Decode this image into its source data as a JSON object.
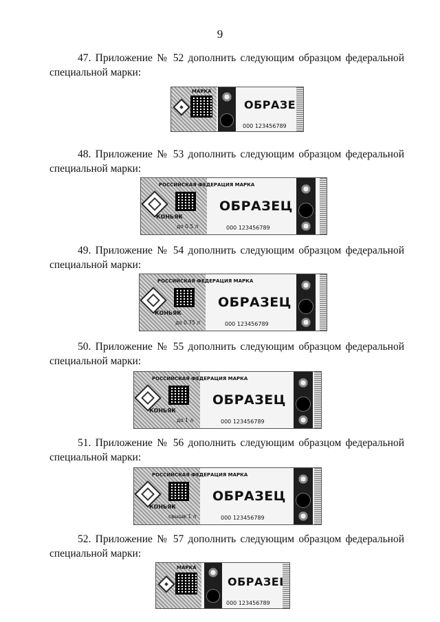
{
  "page_number": "9",
  "items": [
    {
      "line1": "47. Приложение № 52 дополнить следующим образцом федеральной",
      "line2": "специальной марки:",
      "stamp": {
        "main": "ОБРАЗЕЦ",
        "serial": "000 123456789",
        "top_label": "МАРКА",
        "product": "",
        "volume": ""
      }
    },
    {
      "line1": "48. Приложение № 53 дополнить следующим образцом федеральной",
      "line2": "специальной марки:",
      "stamp": {
        "main": "ОБРАЗЕЦ",
        "serial": "000 123456789",
        "top_label": "РОССИЙСКАЯ ФЕДЕРАЦИЯ МАРКА",
        "product": "КОНЬЯК",
        "volume": "до 0.5 л"
      }
    },
    {
      "line1": "49. Приложение № 54 дополнить следующим образцом федеральной",
      "line2": "специальной марки:",
      "stamp": {
        "main": "ОБРАЗЕЦ",
        "serial": "000 123456789",
        "top_label": "РОССИЙСКАЯ ФЕДЕРАЦИЯ МАРКА",
        "product": "КОНЬЯК",
        "volume": "до 0.75 л"
      }
    },
    {
      "line1": "50. Приложение № 55 дополнить следующим образцом федеральной",
      "line2": "специальной марки:",
      "stamp": {
        "main": "ОБРАЗЕЦ",
        "serial": "000 123456789",
        "top_label": "РОССИЙСКАЯ ФЕДЕРАЦИЯ МАРКА",
        "product": "КОНЬЯК",
        "volume": "до 1 л"
      }
    },
    {
      "line1": "51. Приложение № 56 дополнить следующим образцом федеральной",
      "line2": "специальной марки:",
      "stamp": {
        "main": "ОБРАЗЕЦ",
        "serial": "000 123456789",
        "top_label": "РОССИЙСКАЯ ФЕДЕРАЦИЯ МАРКА",
        "product": "КОНЬЯК",
        "volume": "свыше 1 л"
      }
    },
    {
      "line1": "52. Приложение № 57 дополнить следующим образцом федеральной",
      "line2": "специальной марки:",
      "stamp": {
        "main": "ОБРАЗЕЦ",
        "serial": "000 123456789",
        "top_label": "МАРКА",
        "product": "",
        "volume": ""
      }
    }
  ]
}
